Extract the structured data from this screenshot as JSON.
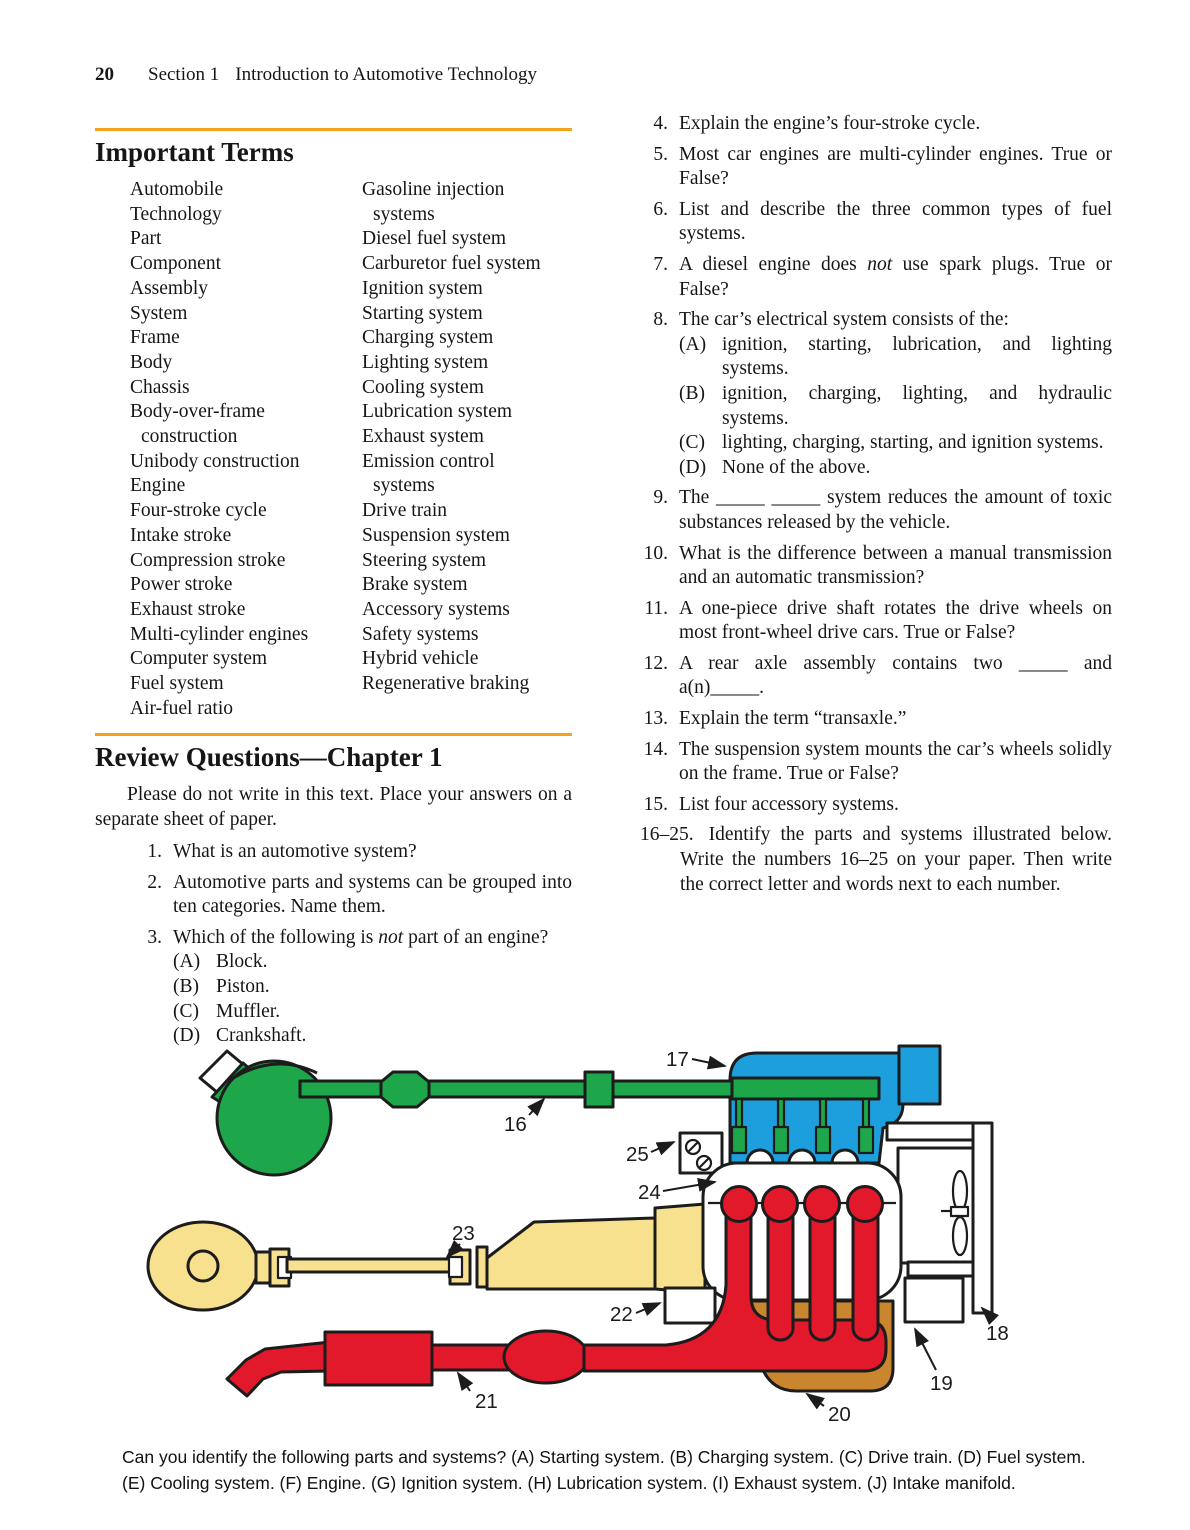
{
  "header": {
    "page_number": "20",
    "section": "Section 1",
    "title": "Introduction to Automotive Technology"
  },
  "important_terms": {
    "heading": "Important Terms",
    "col1": [
      {
        "t": "Automobile"
      },
      {
        "t": "Technology"
      },
      {
        "t": "Part"
      },
      {
        "t": "Component"
      },
      {
        "t": "Assembly"
      },
      {
        "t": "System"
      },
      {
        "t": "Frame"
      },
      {
        "t": "Body"
      },
      {
        "t": "Chassis"
      },
      {
        "t": "Body-over-frame"
      },
      {
        "t": "construction",
        "indent": true
      },
      {
        "t": "Unibody construction"
      },
      {
        "t": "Engine"
      },
      {
        "t": "Four-stroke cycle"
      },
      {
        "t": "Intake stroke"
      },
      {
        "t": "Compression stroke"
      },
      {
        "t": "Power stroke"
      },
      {
        "t": "Exhaust stroke"
      },
      {
        "t": "Multi-cylinder engines"
      },
      {
        "t": "Computer system"
      },
      {
        "t": "Fuel system"
      },
      {
        "t": "Air-fuel ratio"
      }
    ],
    "col2": [
      {
        "t": "Gasoline injection"
      },
      {
        "t": "systems",
        "indent": true
      },
      {
        "t": "Diesel fuel system"
      },
      {
        "t": "Carburetor fuel system"
      },
      {
        "t": "Ignition system"
      },
      {
        "t": "Starting system"
      },
      {
        "t": "Charging system"
      },
      {
        "t": "Lighting system"
      },
      {
        "t": "Cooling system"
      },
      {
        "t": "Lubrication system"
      },
      {
        "t": "Exhaust system"
      },
      {
        "t": "Emission control"
      },
      {
        "t": "systems",
        "indent": true
      },
      {
        "t": "Drive train"
      },
      {
        "t": "Suspension system"
      },
      {
        "t": "Steering system"
      },
      {
        "t": "Brake system"
      },
      {
        "t": "Accessory systems"
      },
      {
        "t": "Safety systems"
      },
      {
        "t": "Hybrid vehicle"
      },
      {
        "t": "Regenerative braking"
      }
    ]
  },
  "review": {
    "heading": "Review Questions—Chapter 1",
    "intro": "Please do not write in this text. Place your answers on a separate sheet of paper."
  },
  "questions_left": [
    {
      "num": "1.",
      "text": "What is an automotive system?"
    },
    {
      "num": "2.",
      "text": "Automotive parts and systems can be grouped into ten categories. Name them."
    },
    {
      "num": "3.",
      "runs": [
        {
          "t": "Which of the following is "
        },
        {
          "t": "not",
          "i": true
        },
        {
          "t": " part of an engine?"
        }
      ],
      "options": [
        {
          "letter": "(A)",
          "text": "Block."
        },
        {
          "letter": "(B)",
          "text": "Piston."
        },
        {
          "letter": "(C)",
          "text": "Muffler."
        },
        {
          "letter": "(D)",
          "text": "Crankshaft."
        }
      ]
    }
  ],
  "questions_right": [
    {
      "num": "4.",
      "text": "Explain the engine’s four-stroke cycle."
    },
    {
      "num": "5.",
      "text": "Most car engines are multi-cylinder engines. True or False?"
    },
    {
      "num": "6.",
      "text": "List and describe the three common types of fuel systems."
    },
    {
      "num": "7.",
      "runs": [
        {
          "t": "A diesel engine does "
        },
        {
          "t": "not",
          "i": true
        },
        {
          "t": " use spark plugs. True or False?"
        }
      ]
    },
    {
      "num": "8.",
      "text": "The car’s electrical system consists of the:",
      "options": [
        {
          "letter": "(A)",
          "text": "ignition, starting, lubrication, and lighting systems."
        },
        {
          "letter": "(B)",
          "text": "ignition, charging, lighting, and hydraulic systems."
        },
        {
          "letter": "(C)",
          "text": "lighting, charging, starting, and ignition systems."
        },
        {
          "letter": "(D)",
          "text": "None of the above."
        }
      ]
    },
    {
      "num": "9.",
      "text": "The _____ _____ system reduces the amount of toxic substances released by the vehicle."
    },
    {
      "num": "10.",
      "text": "What is the difference between a manual trans­mission and an automatic transmission?"
    },
    {
      "num": "11.",
      "text": "A one-piece drive shaft rotates the drive wheels on most front-wheel drive cars. True or False?"
    },
    {
      "num": "12.",
      "text": "A rear axle assembly contains two _____ and a(n)_____."
    },
    {
      "num": "13.",
      "text": "Explain the term “transaxle.”"
    },
    {
      "num": "14.",
      "text": "The suspension system mounts the car’s wheels solidly on the frame. True or False?"
    },
    {
      "num": "15.",
      "text": "List four accessory systems."
    },
    {
      "num": "16–25.",
      "hanging": true,
      "text": "Identify the parts and systems illustrated below. Write the numbers 16–25 on your paper. Then write the correct letter and words next to each number."
    }
  ],
  "diagram": {
    "labels": [
      {
        "text": "16"
      },
      {
        "text": "17"
      },
      {
        "text": "18"
      },
      {
        "text": "19"
      },
      {
        "text": "20"
      },
      {
        "text": "21"
      },
      {
        "text": "22"
      },
      {
        "text": "23"
      },
      {
        "text": "24"
      },
      {
        "text": "25"
      }
    ],
    "colors": {
      "accent": "#F5A11C",
      "fuel_green": "#1EA64B",
      "intake_blue": "#1E9FDD",
      "exhaust_red": "#E2182B",
      "drivetrain_yellow": "#F7E08E",
      "oil_brown": "#C9862F",
      "outline": "#1C1C1C"
    }
  },
  "caption": {
    "line1": "Can you identify the following parts and systems? (A) Starting system. (B) Charging system. (C) Drive train. (D) Fuel system.",
    "line2": "(E) Cooling system. (F) Engine. (G) Ignition system. (H) Lubrication system. (I) Exhaust system. (J) Intake manifold."
  }
}
